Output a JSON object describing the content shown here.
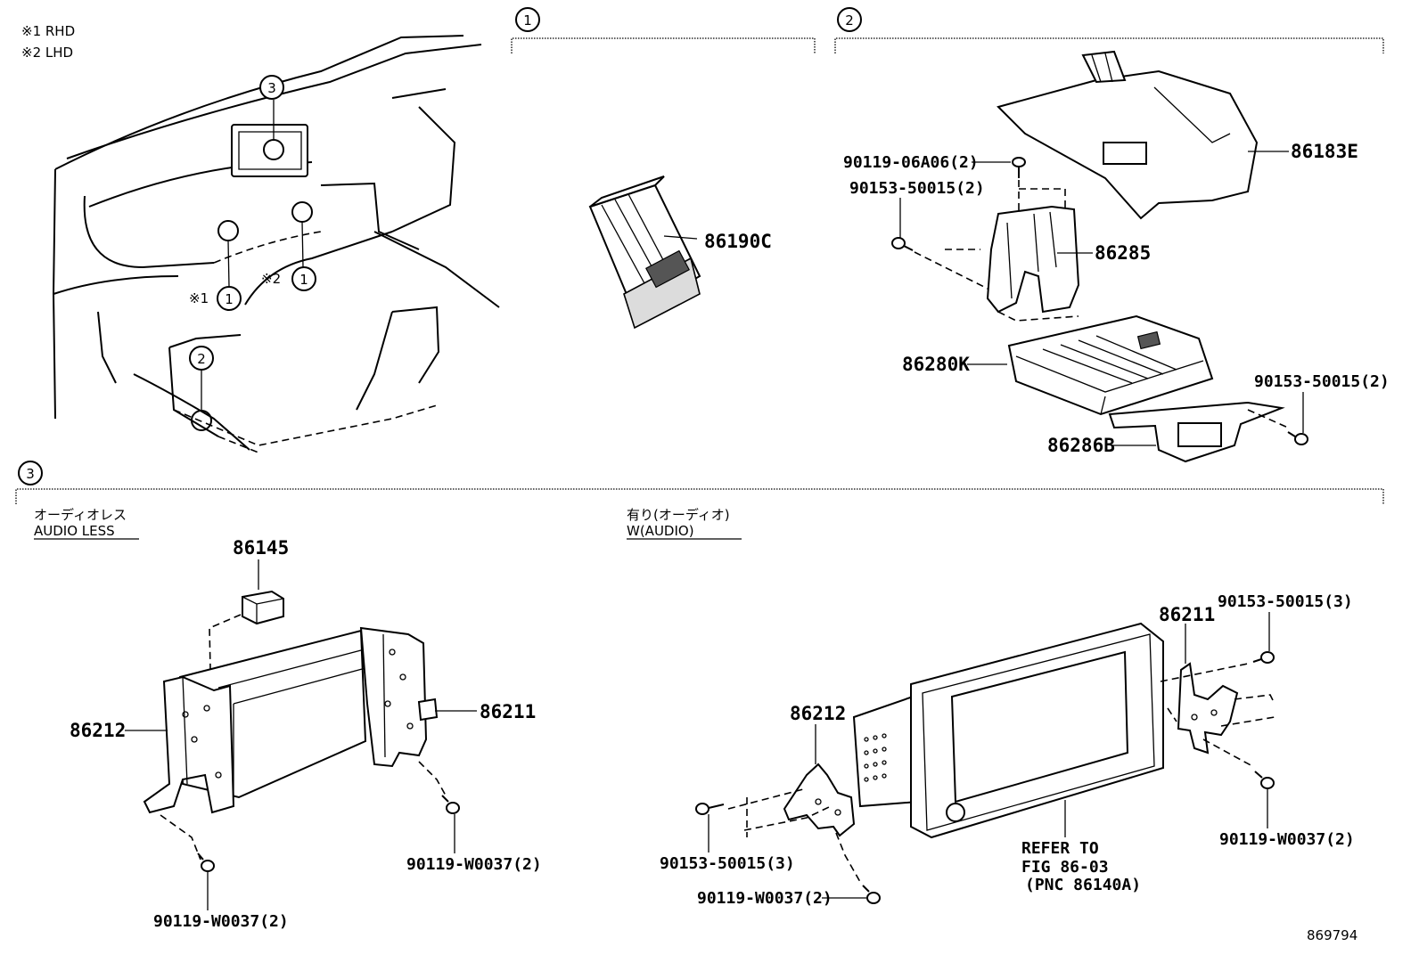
{
  "legend": {
    "rhd": "※1 RHD",
    "lhd": "※2 LHD"
  },
  "markers": {
    "one": "1",
    "two": "2",
    "three": "3",
    "note1": "※1",
    "note2": "※2"
  },
  "sections": {
    "s3_audio_less_jp": "オーディオレス",
    "s3_audio_less_en": "AUDIO LESS",
    "s3_with_audio_jp": "有り(オーディオ)",
    "s3_with_audio_en": "W(AUDIO)"
  },
  "parts": {
    "p86190C": "86190C",
    "p86183E": "86183E",
    "p90119_06A06": "90119-06A06(2)",
    "p90153_50015_a": "90153-50015(2)",
    "p86285": "86285",
    "p86280K": "86280K",
    "p90153_50015_b": "90153-50015(2)",
    "p86286B": "86286B",
    "p86145": "86145",
    "p86212_left": "86212",
    "p86211_left": "86211",
    "p90119_W0037_a": "90119-W0037(2)",
    "p90119_W0037_b": "90119-W0037(2)",
    "p86211_right": "86211",
    "p90153_50015_c": "90153-50015(3)",
    "p86212_right": "86212",
    "p90153_50015_d": "90153-50015(3)",
    "p90119_W0037_c": "90119-W0037(2)",
    "p90119_W0037_d": "90119-W0037(2)"
  },
  "refer": {
    "line1": "REFER TO",
    "line2": "FIG 86-03",
    "line3": "(PNC 86140A)"
  },
  "diagram_id": "869794"
}
